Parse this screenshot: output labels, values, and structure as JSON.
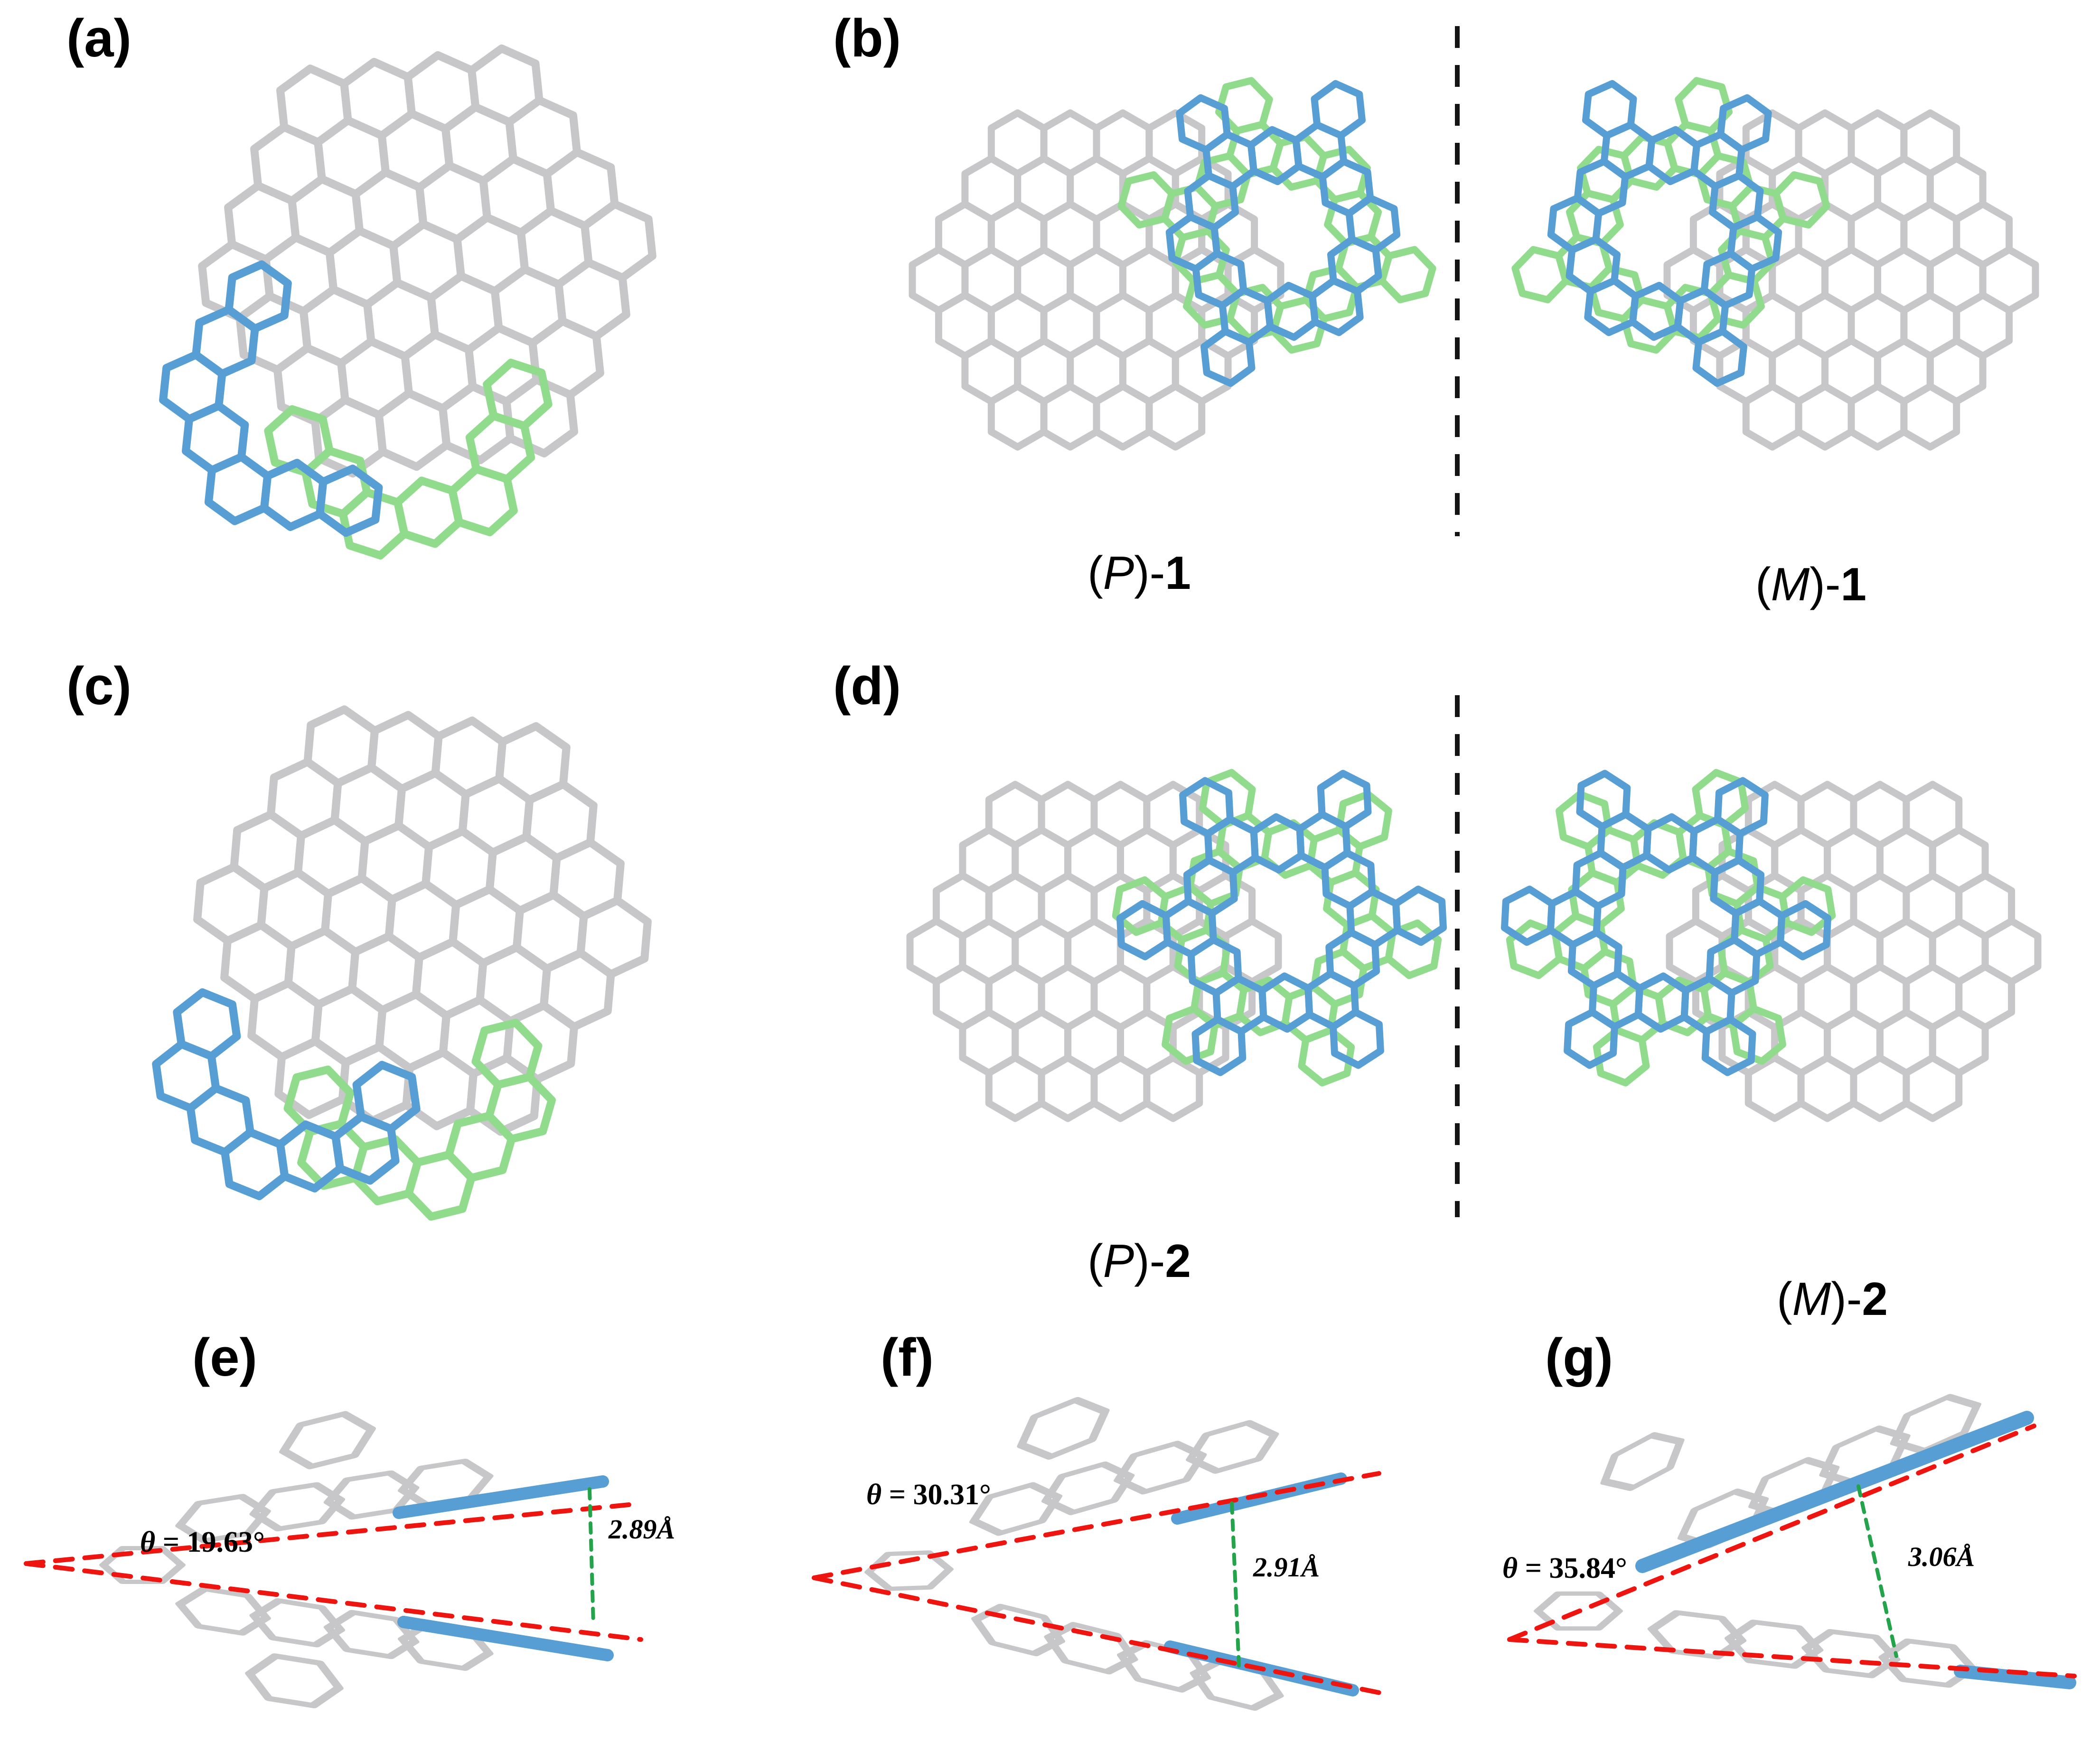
{
  "figure": {
    "background": "#ffffff",
    "panel_labels": {
      "a": "(a)",
      "b": "(b)",
      "c": "(c)",
      "d": "(d)",
      "e": "(e)",
      "f": "(f)",
      "g": "(g)"
    }
  },
  "molecule_labels": {
    "p1": {
      "open": "(",
      "stereo": "P",
      "close": ")-",
      "num": "1"
    },
    "m1": {
      "open": "(",
      "stereo": "M",
      "close": ")-",
      "num": "1"
    },
    "p2": {
      "open": "(",
      "stereo": "P",
      "close": ")-",
      "num": "2"
    },
    "m2": {
      "open": "(",
      "stereo": "M",
      "close": ")-",
      "num": "2"
    }
  },
  "annotations": {
    "e": {
      "theta": "θ",
      "angle": " = 19.63°",
      "distance": "2.89Å"
    },
    "f": {
      "theta": "θ",
      "angle": " = 30.31°",
      "distance": "2.91Å"
    },
    "g": {
      "theta": "θ",
      "angle": " = 35.84°",
      "distance": "3.06Å"
    }
  },
  "colors": {
    "lattice_gray": "#c7c7c9",
    "helicene_blue": "#569ed4",
    "helicene_green": "#90dc8c",
    "angle_red": "#ee1511",
    "distance_green": "#23a44a",
    "divider_black": "#141414"
  }
}
